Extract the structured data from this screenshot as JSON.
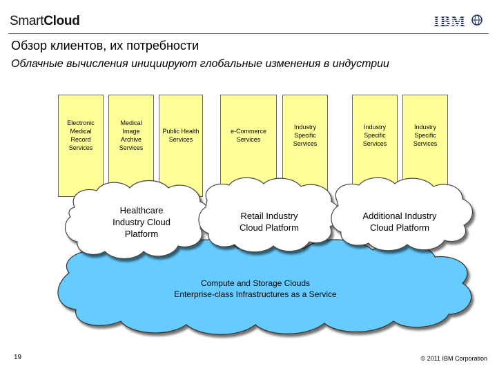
{
  "header": {
    "brand_light": "Smart",
    "brand_bold": "Cloud",
    "logo_text": "IBM"
  },
  "title": "Обзор клиентов, их потребности",
  "subtitle": "Облачные вычисления инициируют глобальные изменения в индустрии",
  "service_columns": [
    "Electronic Medical Record Services",
    "Medical Image Archive Services",
    "Public Health Services",
    "e-Commerce Services",
    "Industry Specific Services",
    "Industry Specific Services",
    "Industry Specific Services"
  ],
  "platforms": [
    "Healthcare\nIndustry Cloud\nPlatform",
    "Retail Industry\nCloud Platform",
    "Additional Industry\nCloud Platform"
  ],
  "base_cloud": "Compute and Storage Clouds\nEnterprise-class Infrastructures as a Service",
  "footer": {
    "page_number": "19",
    "copyright": "© 2011 IBM Corporation"
  },
  "colors": {
    "column_fill": "#ffff99",
    "platform_cloud_fill": "#ffffff",
    "base_cloud_fill": "#66ccff"
  },
  "icons": [
    "ibm-logo-icon",
    "globe-icon"
  ]
}
